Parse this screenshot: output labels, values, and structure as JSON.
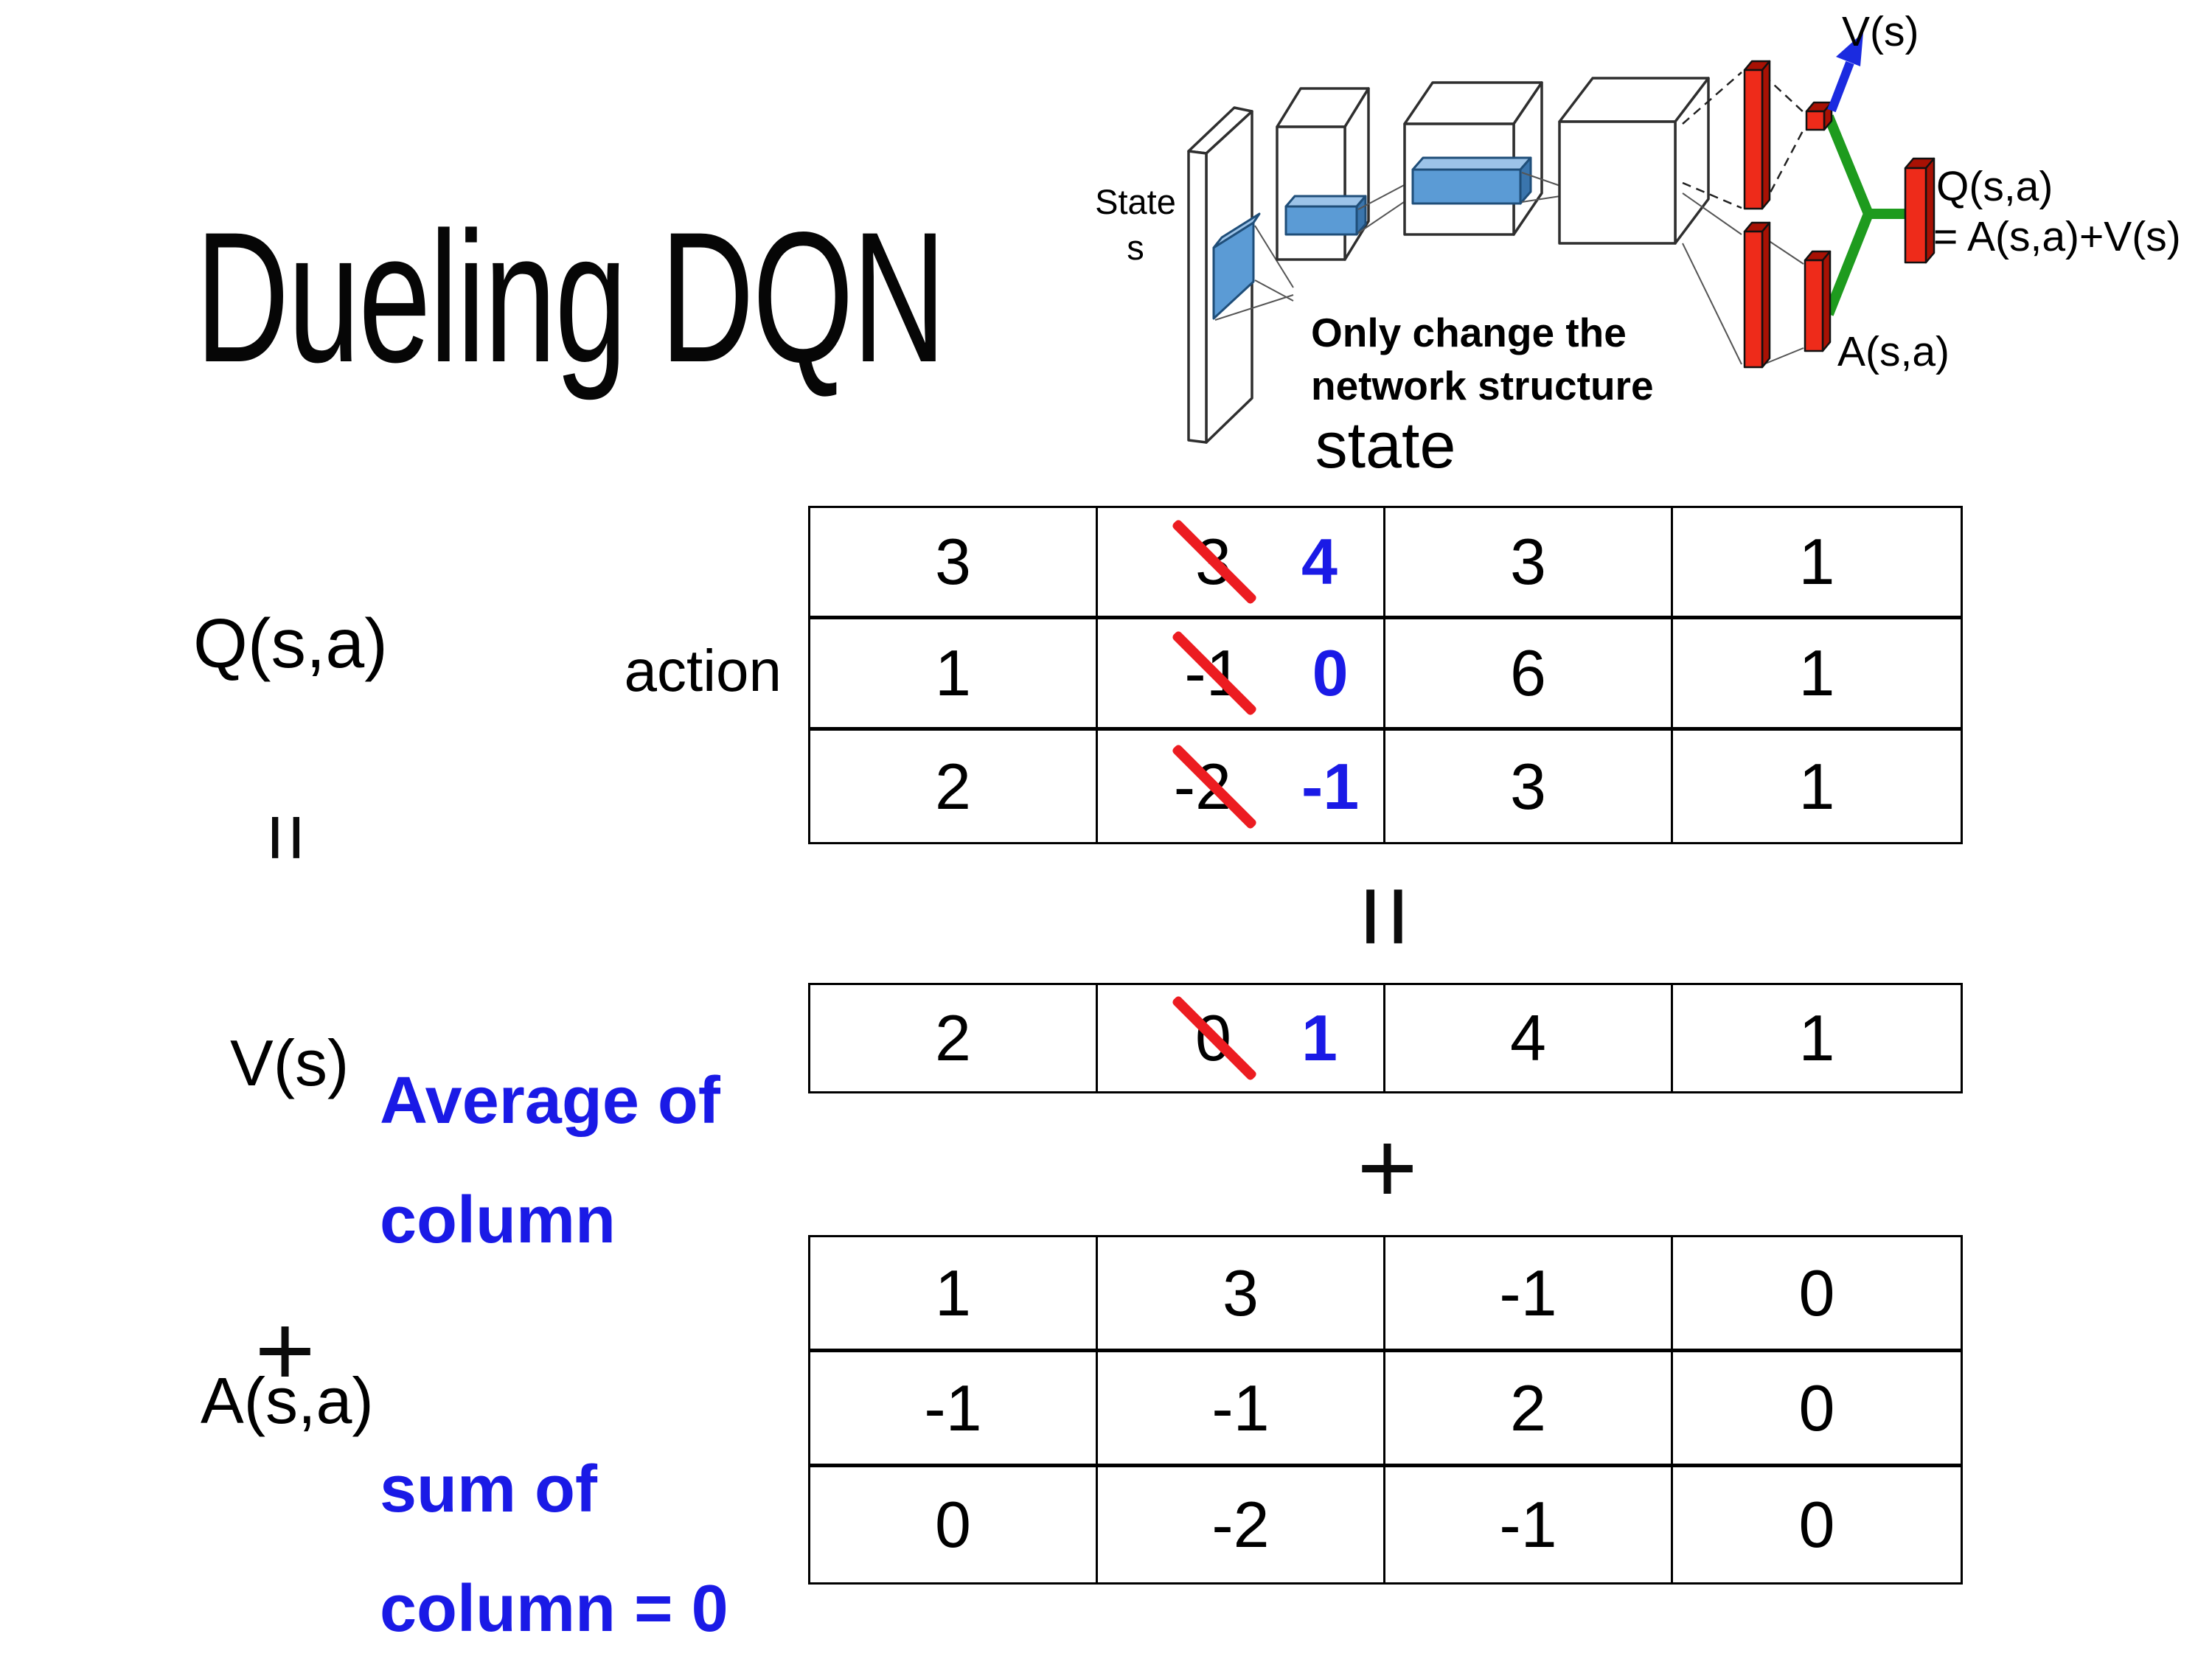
{
  "title": "Dueling DQN",
  "colors": {
    "accent_blue": "#1A1AE6",
    "strike_red": "#EC1C21",
    "bar_red": "#EE2B1A",
    "connector_green": "#1E9B1E",
    "conv_blue": "#5B9BD5"
  },
  "diagram": {
    "state_line1": "State",
    "state_line2": "s",
    "note_line1": "Only change the",
    "note_line2": "network structure",
    "v_out_label": "V(s)",
    "q_out_label_line1": "Q(s,a)",
    "q_out_label_line2": "= A(s,a)+V(s)",
    "a_out_label": "A(s,a)"
  },
  "decomposition": {
    "state_header": "state",
    "action_label": "action",
    "q_label": "Q(s,a)",
    "v_label": "V(s)",
    "a_label": "A(s,a)",
    "equals_sign": "=",
    "plus_sign": "+",
    "avg_note_line1": "Average of",
    "avg_note_line2": "column",
    "sum_note_line1": "sum of",
    "sum_note_line2": "column = 0",
    "q_rows": [
      [
        {
          "v": "3"
        },
        {
          "old": "3",
          "new": "4"
        },
        {
          "v": "3"
        },
        {
          "v": "1"
        }
      ],
      [
        {
          "v": "1"
        },
        {
          "old": "-1",
          "new": "0"
        },
        {
          "v": "6"
        },
        {
          "v": "1"
        }
      ],
      [
        {
          "v": "2"
        },
        {
          "old": "-2",
          "new": "-1"
        },
        {
          "v": "3"
        },
        {
          "v": "1"
        }
      ]
    ],
    "v_rows": [
      [
        {
          "v": "2"
        },
        {
          "old": "0",
          "new": "1"
        },
        {
          "v": "4"
        },
        {
          "v": "1"
        }
      ]
    ],
    "a_rows": [
      [
        {
          "v": "1"
        },
        {
          "v": "3"
        },
        {
          "v": "-1"
        },
        {
          "v": "0"
        }
      ],
      [
        {
          "v": "-1"
        },
        {
          "v": "-1"
        },
        {
          "v": "2"
        },
        {
          "v": "0"
        }
      ],
      [
        {
          "v": "0"
        },
        {
          "v": "-2"
        },
        {
          "v": "-1"
        },
        {
          "v": "0"
        }
      ]
    ]
  }
}
